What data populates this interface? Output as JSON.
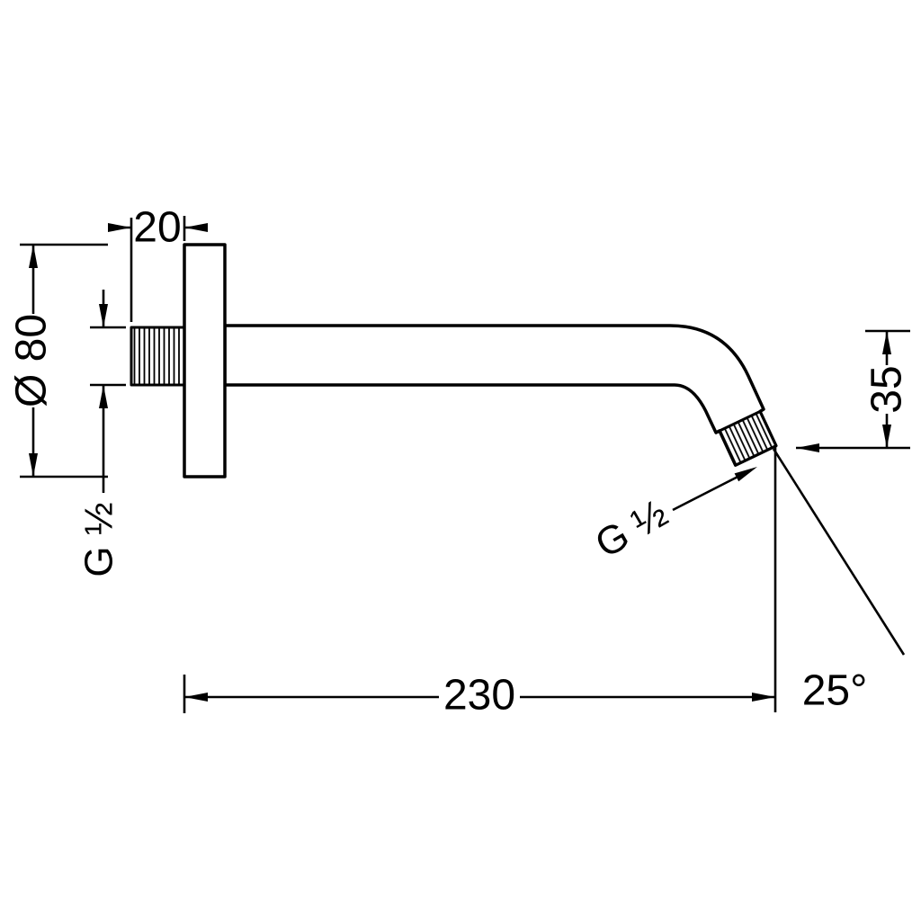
{
  "drawing": {
    "kind": "technical-dimension-drawing",
    "subject": "wall-mounted shower arm, side view",
    "background_color": "#ffffff",
    "ink_color": "#000000",
    "labels": {
      "plate_offset": "20",
      "plate_diameter": "Ø 80",
      "wall_thread": "G ½",
      "drop_height": "35",
      "outlet_thread": "G ½",
      "arm_length": "230",
      "outlet_angle": "25°"
    }
  }
}
